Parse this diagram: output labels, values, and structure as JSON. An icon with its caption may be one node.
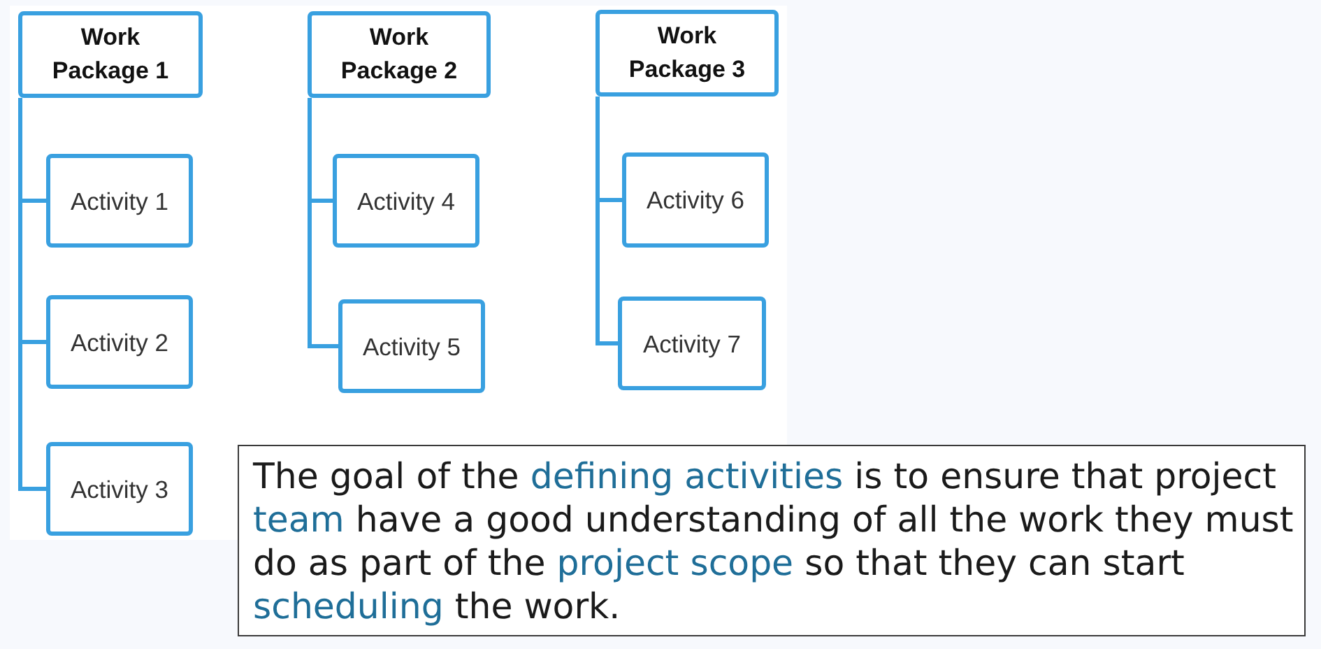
{
  "diagram": {
    "nodes": [
      {
        "text": [
          "Work Package 1"
        ]
      },
      {
        "text": [
          "Activity 1"
        ]
      },
      {
        "text": [
          "Activity 2"
        ]
      },
      {
        "text": [
          "Activity 3"
        ]
      },
      {
        "text": [
          "Work Package 2"
        ]
      },
      {
        "text": [
          "Activity 4"
        ]
      },
      {
        "text": [
          "Activity 5"
        ]
      },
      {
        "text": [
          "Work Package 3"
        ]
      },
      {
        "text": [
          "Activity 6"
        ]
      },
      {
        "text": [
          "Activity 7"
        ]
      },
      {
        "text": [
          "The goal of the **defining activities** is to ensure that project **team** have a good understanding of all the work they must do as part of the **project scope** so that they can start **scheduling** the work."
        ]
      }
    ],
    "edges": [
      {
        "from": 0,
        "to": 1,
        "arrow": "none"
      },
      {
        "from": 0,
        "to": 2,
        "arrow": "none"
      },
      {
        "from": 0,
        "to": 3,
        "arrow": "none"
      },
      {
        "from": 4,
        "to": 5,
        "arrow": "none"
      },
      {
        "from": 4,
        "to": 6,
        "arrow": "none"
      },
      {
        "from": 7,
        "to": 8,
        "arrow": "none"
      },
      {
        "from": 7,
        "to": 9,
        "arrow": "none"
      }
    ]
  }
}
